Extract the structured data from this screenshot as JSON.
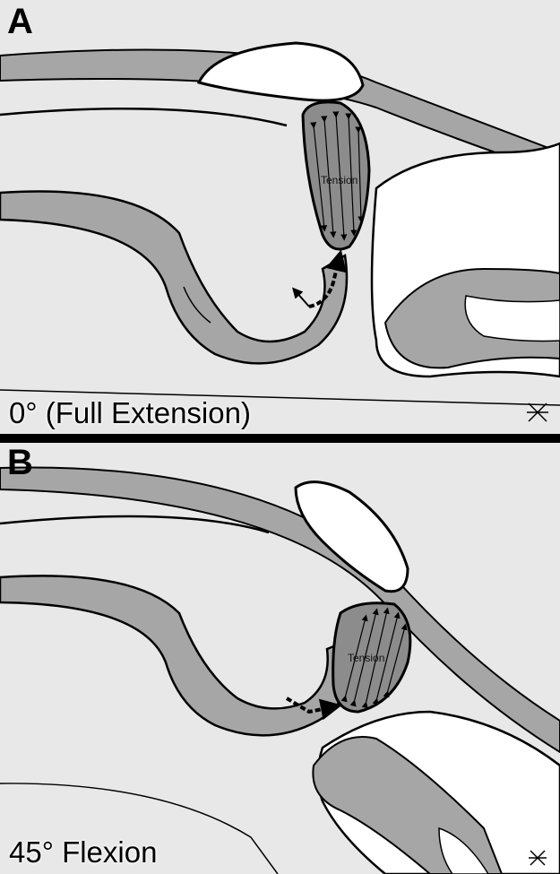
{
  "panels": [
    {
      "letter": "A",
      "angle_label": "0° (Full Extension)",
      "tension_label": "Tension"
    },
    {
      "letter": "B",
      "angle_label": "45° Flexion",
      "tension_label": "Tension"
    }
  ],
  "colors": {
    "background": "#e8e8e8",
    "soft_tissue": "#a6a6a6",
    "tendon": "#8c8c8c",
    "bone": "#ffffff",
    "outline": "#000000"
  }
}
